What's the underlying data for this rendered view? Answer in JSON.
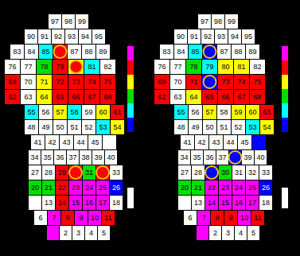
{
  "diagram": {
    "labels": [
      "97",
      "98",
      "99",
      "90",
      "91",
      "92",
      "93",
      "94",
      "95",
      "83",
      "84",
      "85",
      "87",
      "88",
      "89",
      "76",
      "77",
      "78",
      "79",
      "81",
      "82",
      "69",
      "70",
      "71",
      "72",
      "73",
      "74",
      "75",
      "62",
      "63",
      "64",
      "65",
      "66",
      "67",
      "68",
      "55",
      "56",
      "57",
      "58",
      "59",
      "60",
      "61",
      "48",
      "49",
      "50",
      "51",
      "52",
      "53",
      "54",
      "41",
      "42",
      "43",
      "44",
      "45",
      "34",
      "35",
      "36",
      "37",
      "38",
      "39",
      "40",
      "27",
      "28",
      "29",
      "31",
      "33",
      "20",
      "21",
      "22",
      "23",
      "24",
      "25",
      "26",
      "13",
      "14",
      "15",
      "16",
      "17",
      "18",
      "6",
      "7",
      "8",
      "9",
      "10",
      "11",
      "2",
      "3",
      "4",
      "5",
      "97",
      "98",
      "99",
      "90",
      "91",
      "92",
      "93",
      "94",
      "95",
      "83",
      "84",
      "85",
      "87",
      "88",
      "89",
      "76",
      "77",
      "78",
      "79",
      "80",
      "81",
      "82",
      "69",
      "70",
      "71",
      "73",
      "74",
      "75",
      "62",
      "63",
      "64",
      "65",
      "66",
      "67",
      "68",
      "55",
      "56",
      "57",
      "58",
      "59",
      "60",
      "61",
      "48",
      "49",
      "50",
      "51",
      "52",
      "53",
      "54",
      "41",
      "42",
      "43",
      "44",
      "45",
      "34",
      "35",
      "36",
      "37",
      "39",
      "40",
      "27",
      "28",
      "30",
      "31",
      "32",
      "33",
      "20",
      "21",
      "22",
      "23",
      "24",
      "25",
      "26",
      "13",
      "14",
      "15",
      "16",
      "17",
      "18",
      "6",
      "7",
      "8",
      "9",
      "10",
      "11",
      "2",
      "3",
      "4",
      "5"
    ]
  }
}
